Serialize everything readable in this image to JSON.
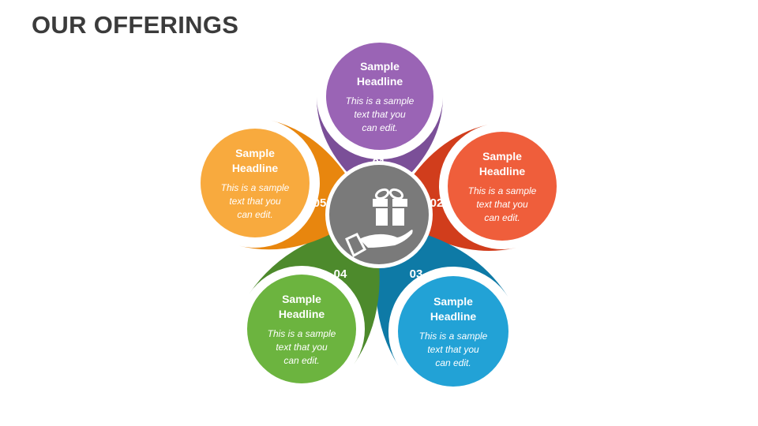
{
  "title": "OUR OFFERINGS",
  "center": {
    "icon": "gift-in-hand-icon",
    "color": "#7a7a7a"
  },
  "petals": [
    {
      "number": "01",
      "headline": [
        "Sample",
        "Headline"
      ],
      "body": [
        "This is a sample",
        "text that you",
        "can edit."
      ],
      "color_outer": "#7b4f98",
      "color_inner": "#9a64b5"
    },
    {
      "number": "02",
      "headline": [
        "Sample",
        "Headline"
      ],
      "body": [
        "This is a sample",
        "text that you",
        "can edit."
      ],
      "color_outer": "#d13d1c",
      "color_inner": "#ef5e3b"
    },
    {
      "number": "03",
      "headline": [
        "Sample",
        "Headline"
      ],
      "body": [
        "This is a sample",
        "text that you",
        "can edit."
      ],
      "color_outer": "#0e7aa6",
      "color_inner": "#22a2d6"
    },
    {
      "number": "04",
      "headline": [
        "Sample",
        "Headline"
      ],
      "body": [
        "This is a sample",
        "text that you",
        "can edit."
      ],
      "color_outer": "#4d8a2c",
      "color_inner": "#6cb43f"
    },
    {
      "number": "05",
      "headline": [
        "Sample",
        "Headline"
      ],
      "body": [
        "This is a sample",
        "text that you",
        "can edit."
      ],
      "color_outer": "#e8860e",
      "color_inner": "#f8aa3e"
    }
  ]
}
